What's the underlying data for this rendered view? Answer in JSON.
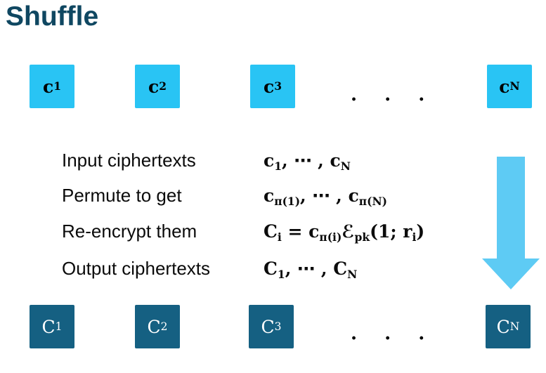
{
  "title": "Shuffle",
  "colors": {
    "title_text": "#0F4761",
    "input_box": "#29C4F4",
    "output_box": "#156082",
    "arrow": "#5ECBF4"
  },
  "input_row": {
    "boxes": [
      "c<sub>1</sub>",
      "c<sub>2</sub>",
      "c<sub>3</sub>",
      "c<sub>N</sub>"
    ],
    "ellipsis": ". . ."
  },
  "steps": [
    {
      "label": "Input ciphertexts",
      "formula": "c<sub>1</sub>, ⋯ , c<sub>N</sub>"
    },
    {
      "label": "Permute to get",
      "formula": "c<sub>π(1)</sub>, ⋯ , c<sub>π(N)</sub>"
    },
    {
      "label": "Re-encrypt them",
      "formula": "C<sub>i</sub> = c<sub>π(i)</sub>ℰ<sub>pk</sub>(1; r<sub>i</sub>)"
    },
    {
      "label": "Output ciphertexts",
      "formula": "C<sub>1</sub>, ⋯ , C<sub>N</sub>"
    }
  ],
  "output_row": {
    "boxes": [
      "C<sub>1</sub>",
      "C<sub>2</sub>",
      "C<sub>3</sub>",
      "C<sub>N</sub>"
    ],
    "ellipsis": ". . ."
  }
}
